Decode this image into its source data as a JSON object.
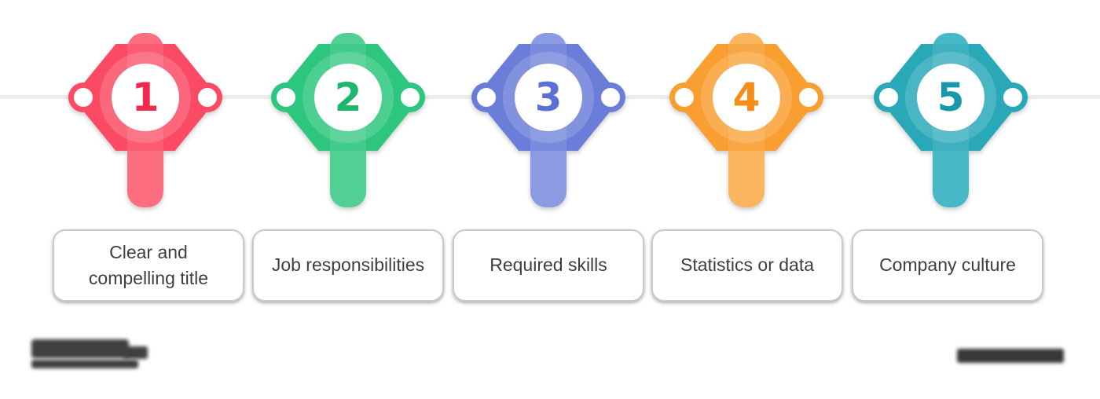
{
  "background_color": "#ffffff",
  "timeline": {
    "line_color": "#edecec",
    "connector_dot_color": "#ffffff"
  },
  "steps": [
    {
      "number": "1",
      "label": "Clear and compelling title",
      "color": "#fb4a63",
      "stem_color": "#fc6e80",
      "number_color": "#f2294c"
    },
    {
      "number": "2",
      "label": "Job responsibilities",
      "color": "#2dc67e",
      "stem_color": "#52cf93",
      "number_color": "#1eb56e"
    },
    {
      "number": "3",
      "label": "Required skills",
      "color": "#6a7ed9",
      "stem_color": "#8a9ae3",
      "number_color": "#5b70d4"
    },
    {
      "number": "4",
      "label": "Statistics or data",
      "color": "#f99e30",
      "stem_color": "#fab55f",
      "number_color": "#f78c1b"
    },
    {
      "number": "5",
      "label": "Company culture",
      "color": "#29a8b8",
      "stem_color": "#47b9c6",
      "number_color": "#1a98ab"
    }
  ],
  "cards": {
    "background": "#ffffff",
    "text_color": "#3e3e3e",
    "border_color": "#cbc8c8"
  },
  "watermarks": {
    "left": "blurred-logo",
    "right": "blurred-logo"
  }
}
